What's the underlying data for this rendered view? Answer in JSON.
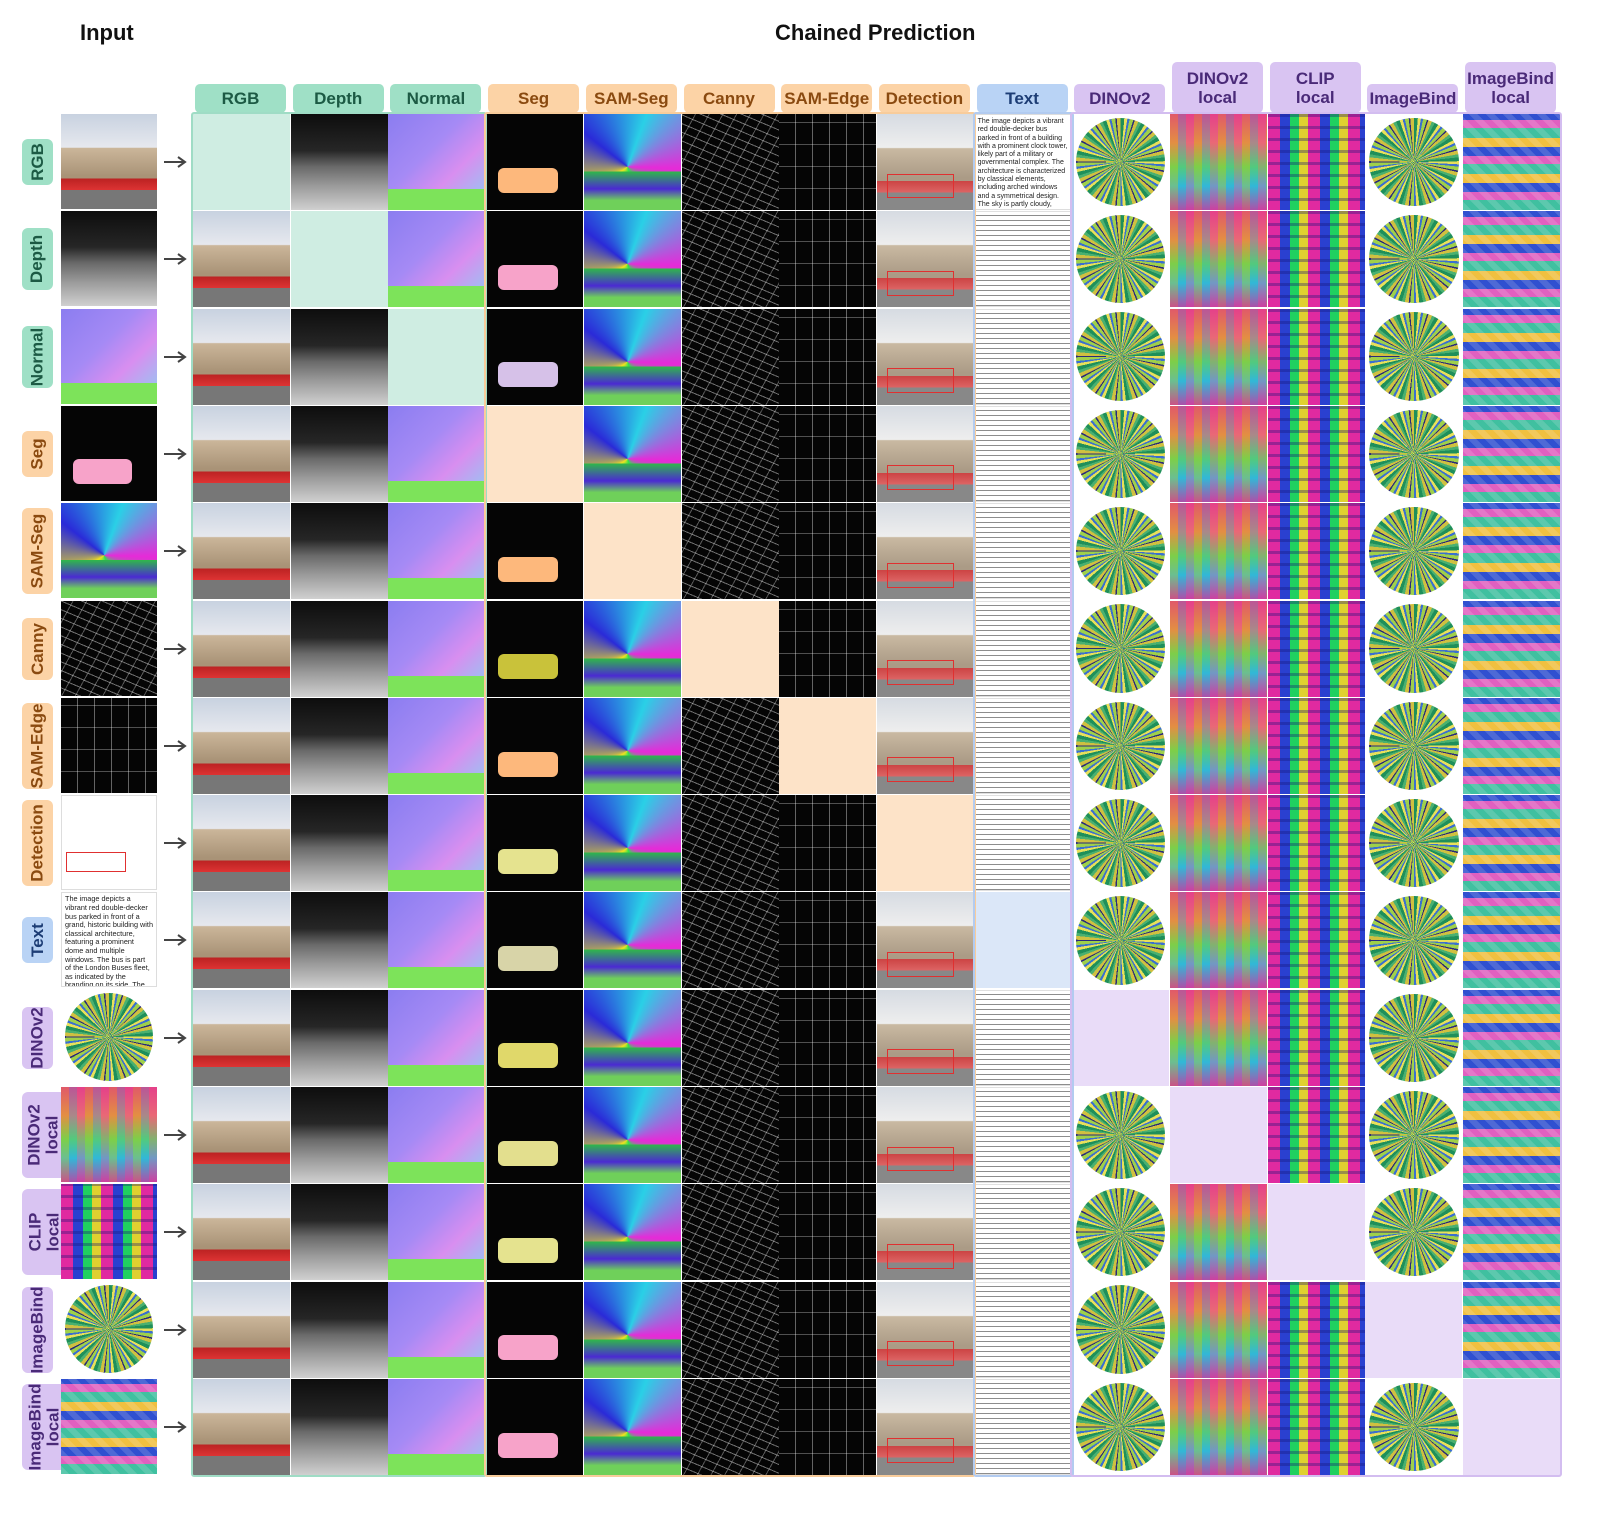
{
  "headings": {
    "input": "Input",
    "chained": "Chained Prediction"
  },
  "columns": [
    {
      "label": "RGB",
      "group": "green"
    },
    {
      "label": "Depth",
      "group": "green"
    },
    {
      "label": "Normal",
      "group": "green"
    },
    {
      "label": "Seg",
      "group": "orange"
    },
    {
      "label": "SAM-Seg",
      "group": "orange"
    },
    {
      "label": "Canny",
      "group": "orange"
    },
    {
      "label": "SAM-Edge",
      "group": "orange"
    },
    {
      "label": "Detection",
      "group": "orange"
    },
    {
      "label": "Text",
      "group": "blue"
    },
    {
      "label": "DINOv2",
      "group": "purple"
    },
    {
      "label": "DINOv2 local",
      "group": "purple"
    },
    {
      "label": "CLIP local",
      "group": "purple"
    },
    {
      "label": "ImageBind",
      "group": "purple"
    },
    {
      "label": "ImageBind local",
      "group": "purple"
    }
  ],
  "rows": [
    {
      "label": "RGB",
      "group": "green"
    },
    {
      "label": "Depth",
      "group": "green"
    },
    {
      "label": "Normal",
      "group": "green"
    },
    {
      "label": "Seg",
      "group": "orange"
    },
    {
      "label": "SAM-Seg",
      "group": "orange"
    },
    {
      "label": "Canny",
      "group": "orange"
    },
    {
      "label": "SAM-Edge",
      "group": "orange"
    },
    {
      "label": "Detection",
      "group": "orange"
    },
    {
      "label": "Text",
      "group": "blue"
    },
    {
      "label": "DINOv2",
      "group": "purple"
    },
    {
      "label": "DINOv2 local",
      "group": "purple"
    },
    {
      "label": "CLIP local",
      "group": "purple"
    },
    {
      "label": "ImageBind",
      "group": "purple"
    },
    {
      "label": "ImageBind local",
      "group": "purple"
    }
  ],
  "input_text": "The image depicts a vibrant red double-decker bus parked in front of a grand, historic building with classical architecture, featuring a prominent dome and multiple windows. The bus is part of the London Buses fleet, as indicated by the branding on its side. The scene is set on a clear day with a partly cloudy sky, and there are several people gathered near the entrance of the building, suggesting it might be a popular tourist attraction or",
  "text_cell_sample": "The image depicts a vibrant red double-decker bus parked in front of a building with a prominent clock tower, likely part of a military or governmental complex. The architecture is characterized by classical elements, including arched windows and a symmetrical design. The sky is partly cloudy, suggesting a pleasant day. A group of people is gathered near the entrance of the building, possibly for an event or ceremony. The bus has an advertisement on its side promoting a \"20,000 pest submerged\" event, which is a London attraction that may be used for guided tours or special events. The overall scene conveys a blend of historical significance and modern activity, capturing a moment in the urban space.",
  "colors": {
    "green": "#9fe0c6",
    "orange": "#fcd3a6",
    "blue": "#b9d3f5",
    "purple": "#d9c4f2"
  }
}
